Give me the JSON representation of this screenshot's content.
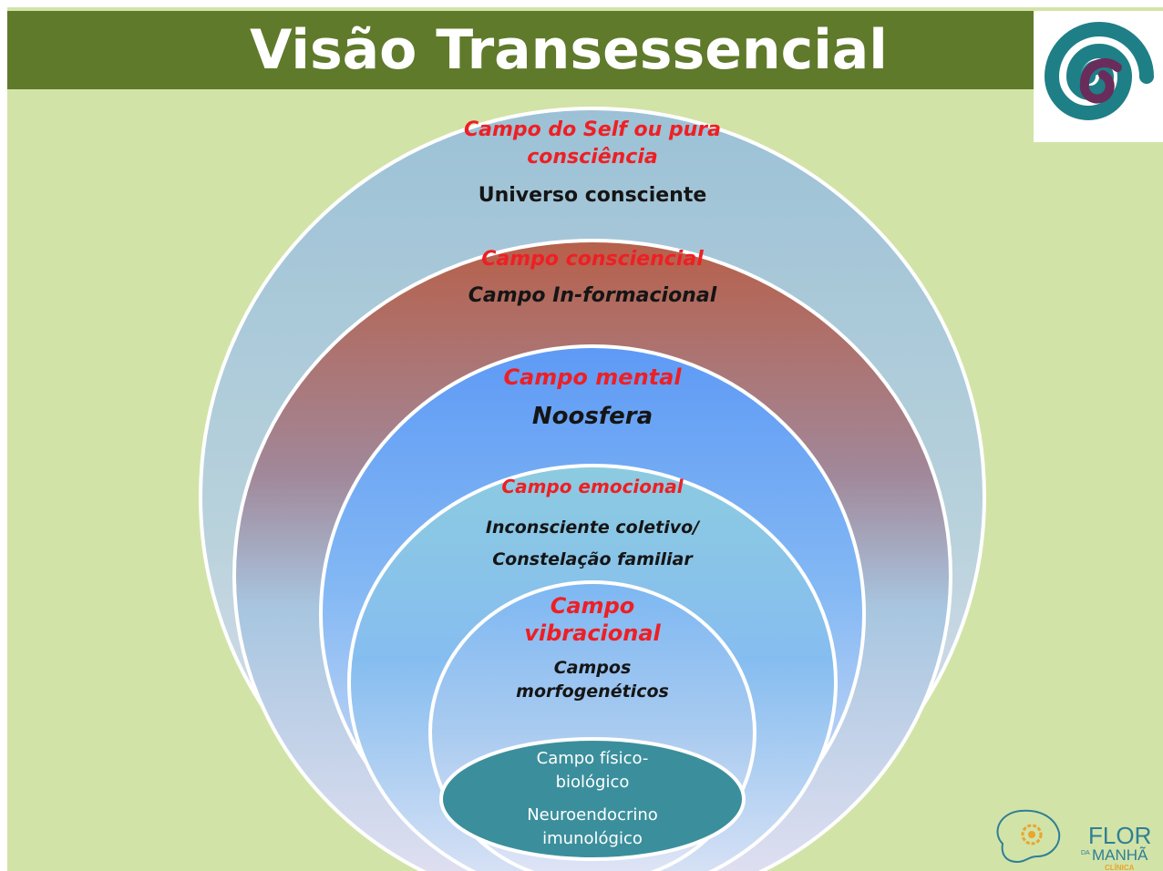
{
  "slide": {
    "title": "Visão Transessencial"
  },
  "colors": {
    "background": "#d2e3a7",
    "title_bar": "#5f7a2a",
    "title_text": "#ffffff",
    "label_red": "#ee1f24",
    "label_dark": "#151515",
    "core_fill": "#3b8f9c",
    "logo_teal": "#1f7f86",
    "logo_purple": "#6a2c5a"
  },
  "fields": [
    {
      "name": "Campo do Self ou pura consciência",
      "name_lines": [
        "Campo do Self ou pura",
        "consciência"
      ],
      "description": "Universo consciente"
    },
    {
      "name": "Campo consciencial",
      "description": "Campo In-formacional"
    },
    {
      "name": "Campo mental",
      "description": "Noosfera"
    },
    {
      "name": "Campo emocional",
      "description_lines": [
        "Inconsciente coletivo/",
        "Constelação familiar"
      ]
    },
    {
      "name_lines": [
        "Campo",
        "vibracional"
      ],
      "description_lines": [
        "Campos",
        "morfogenéticos"
      ]
    },
    {
      "name_lines": [
        "Campo físico-",
        "biológico"
      ],
      "description_lines": [
        "Neuroendocrino",
        "imunológico"
      ]
    }
  ],
  "icons": {
    "top_logo": "spiral-logo-icon",
    "brand_logo": "flor-da-manha-logo-icon"
  },
  "brand": {
    "name_line1": "FLOR",
    "name_small": "DA",
    "name_line2": "MANHÃ",
    "subtitle": "CLÍNICA"
  }
}
